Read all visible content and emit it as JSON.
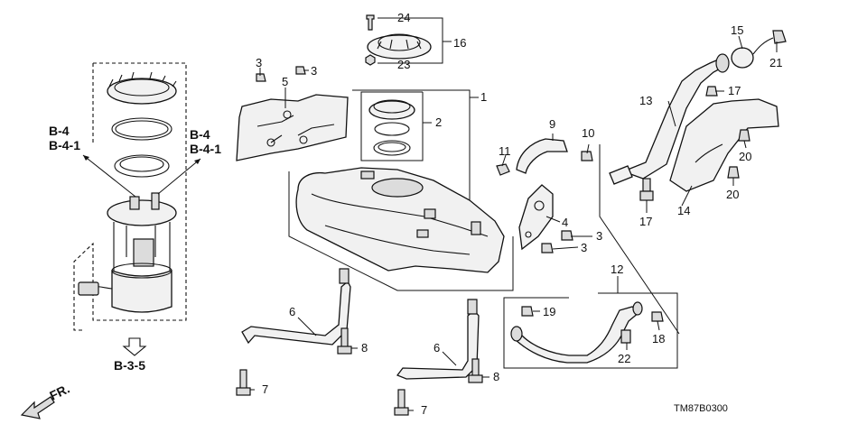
{
  "callouts": {
    "c1": "1",
    "c2": "2",
    "c3a": "3",
    "c3b": "3",
    "c3c": "3",
    "c3d": "3",
    "c4": "4",
    "c5": "5",
    "c6a": "6",
    "c6b": "6",
    "c7a": "7",
    "c7b": "7",
    "c8a": "8",
    "c8b": "8",
    "c9": "9",
    "c10": "10",
    "c11": "11",
    "c12": "12",
    "c13": "13",
    "c14": "14",
    "c15": "15",
    "c16": "16",
    "c17a": "17",
    "c17b": "17",
    "c18": "18",
    "c19": "19",
    "c20a": "20",
    "c20b": "20",
    "c21": "21",
    "c22": "22",
    "c23": "23",
    "c24": "24"
  },
  "references": {
    "left_top": "B-4",
    "left_sub": "B-4-1",
    "right_top": "B-4",
    "right_sub": "B-4-1",
    "bottom": "B-3-5"
  },
  "front_label": "FR.",
  "diagram_code": "TM87B0300"
}
